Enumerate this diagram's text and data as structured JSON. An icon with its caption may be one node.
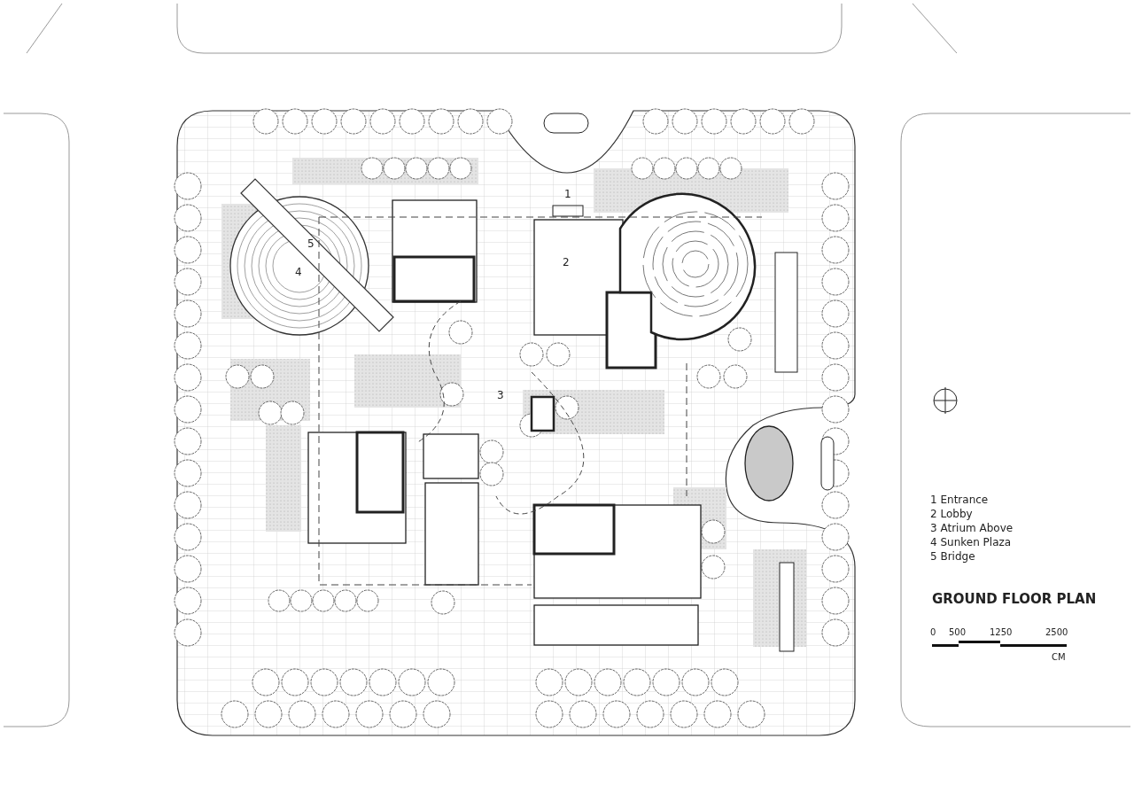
{
  "diagram": {
    "title": "GROUND FLOOR PLAN",
    "labels": [
      "1",
      "5",
      "2",
      "4",
      "3",
      "1 Entrance",
      "2 Lobby",
      "3 Atrium Above",
      "4 Sunken Plaza",
      "5 Bridge",
      "0",
      "500",
      "1250",
      "2500",
      "CM"
    ]
  }
}
